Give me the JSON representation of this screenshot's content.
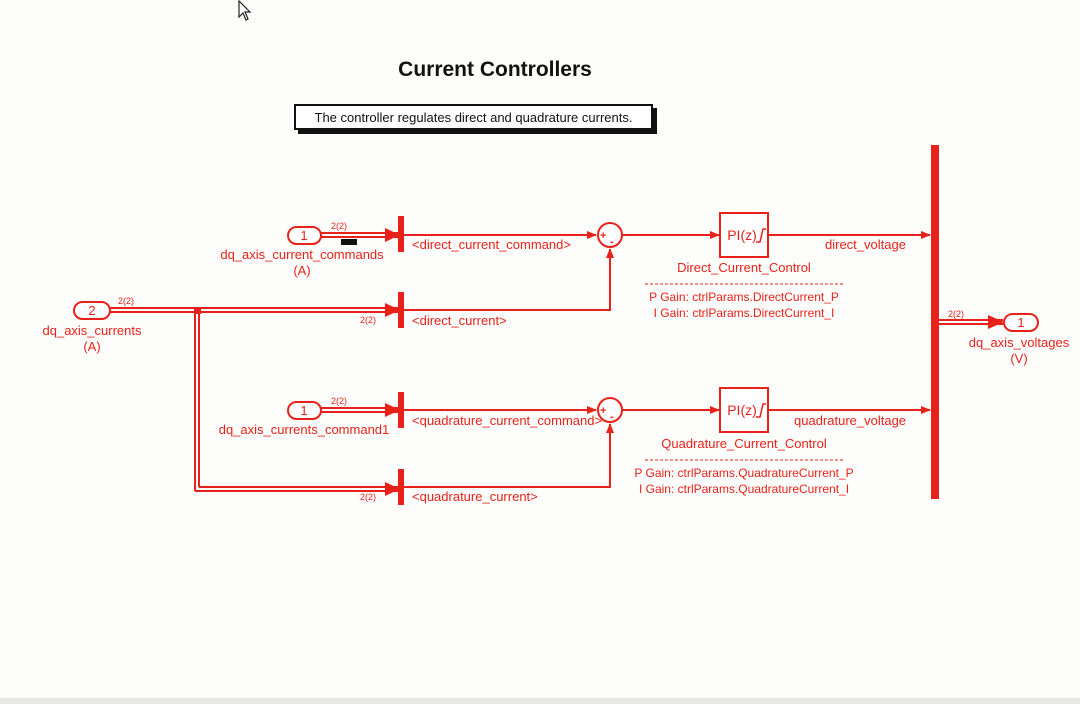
{
  "diagram": {
    "title": "Current Controllers",
    "annotation": "The controller regulates direct and quadrature currents.",
    "colors": {
      "signal": "#e8221a",
      "text": "#111111"
    },
    "inports": [
      {
        "number": "1",
        "name": "dq_axis_current_commands",
        "unit": "(A)",
        "dims": "2(2)"
      },
      {
        "number": "2",
        "name": "dq_axis_currents",
        "unit": "(A)",
        "dims": "2(2)"
      },
      {
        "number": "1",
        "name": "dq_axis_currents_command1",
        "unit": "",
        "dims": "2(2)"
      }
    ],
    "outport": {
      "number": "1",
      "name": "dq_axis_voltages",
      "unit": "(V)",
      "dims": "2(2)"
    },
    "selector_dims": [
      "2(2)",
      "2(2)"
    ],
    "signals": {
      "direct_current_command": "<direct_current_command>",
      "direct_current": "<direct_current>",
      "quadrature_current_command": "<quadrature_current_command>",
      "quadrature_current": "<quadrature_current>",
      "direct_voltage": "direct_voltage",
      "quadrature_voltage": "quadrature_voltage"
    },
    "controllers": [
      {
        "block_label": "PI(z)",
        "name": "Direct_Current_Control",
        "p_gain": "P Gain: ctrlParams.DirectCurrent_P",
        "i_gain": "I Gain: ctrlParams.DirectCurrent_I"
      },
      {
        "block_label": "PI(z)",
        "name": "Quadrature_Current_Control",
        "p_gain": "P Gain: ctrlParams.QuadratureCurrent_P",
        "i_gain": "I Gain: ctrlParams.QuadratureCurrent_I"
      }
    ]
  }
}
